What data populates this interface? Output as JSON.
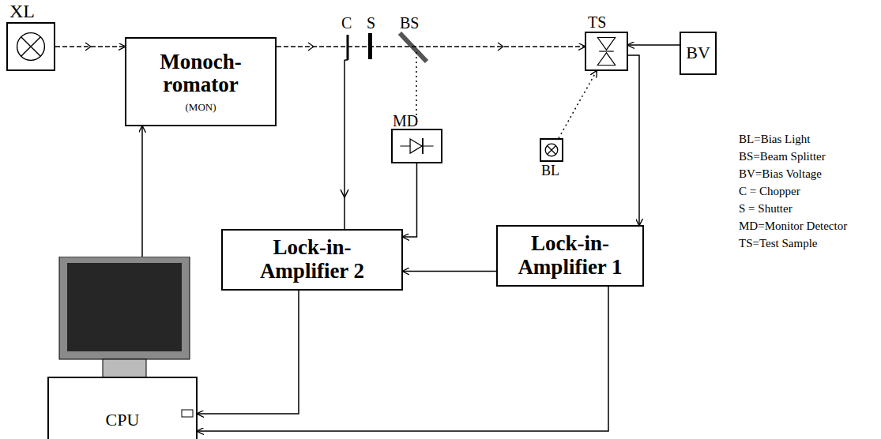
{
  "diagram": {
    "nodes": [
      {
        "text": [
          "XL"
        ]
      },
      {
        "text": [
          "Monoch- romator",
          "(MON)"
        ]
      },
      {
        "text": [
          "TS"
        ]
      },
      {
        "text": [
          "BV"
        ]
      },
      {
        "text": [
          "MD"
        ]
      },
      {
        "text": [
          "BL"
        ]
      },
      {
        "text": [
          "Lock-in- Amplifier 2"
        ]
      },
      {
        "text": [
          "Lock-in- Amplifier 1"
        ]
      },
      {
        "text": [
          "CPU"
        ]
      }
    ],
    "edges": [
      {
        "from": 0,
        "to": 1,
        "arrow": "to"
      },
      {
        "from": 1,
        "to": 2,
        "arrow": "to"
      },
      {
        "from": 3,
        "to": 2,
        "arrow": "to"
      },
      {
        "from": 5,
        "to": 2,
        "arrow": "to"
      },
      {
        "from": 2,
        "to": 7,
        "arrow": "to"
      },
      {
        "from": 7,
        "to": 6,
        "arrow": "to"
      },
      {
        "from": 4,
        "to": 6,
        "arrow": "to"
      },
      {
        "from": 8,
        "to": 1,
        "arrow": "to"
      },
      {
        "from": 6,
        "to": 8,
        "arrow": "to"
      },
      {
        "from": 7,
        "to": 8,
        "arrow": "to"
      }
    ],
    "labels": [
      "C",
      "S",
      "BS",
      "BL=Bias Light",
      "BS=Beam Splitter",
      "BV=Bias Voltage",
      "C = Chopper",
      "S = Shutter",
      "MD=Monitor Detector",
      "TS=Test Sample"
    ]
  }
}
